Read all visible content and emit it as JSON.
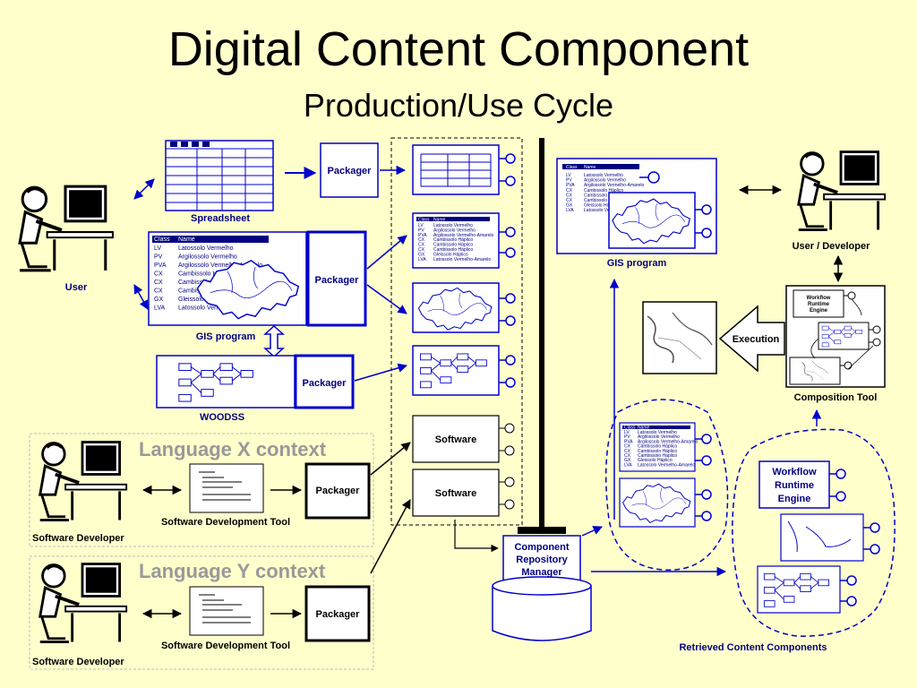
{
  "slide": {
    "title": "Digital Content Component",
    "subtitle": "Production/Use Cycle"
  },
  "labels": {
    "user": "User",
    "spreadsheet": "Spreadsheet",
    "gis_program": "GIS program",
    "woodss": "WOODSS",
    "packager": "Packager",
    "software": "Software",
    "language_x": "Language X context",
    "language_y": "Language Y context",
    "sw_dev_tool": "Software Development Tool",
    "sw_developer": "Software Developer",
    "repo_manager_1": "Component",
    "repo_manager_2": "Repository",
    "repo_manager_3": "Manager",
    "gis_program_right": "GIS program",
    "user_developer": "User / Developer",
    "workflow_1": "Workflow",
    "workflow_2": "Runtime",
    "workflow_3": "Engine",
    "execution": "Execution",
    "composition_tool": "Composition Tool",
    "retrieved": "Retrieved Content Components"
  },
  "table": {
    "headers": [
      "Class",
      "Name"
    ],
    "rows": [
      [
        "LV",
        "Latossolo Vermelho"
      ],
      [
        "PV",
        "Argilossolo Vermelho"
      ],
      [
        "PVA",
        "Argilossolo Vermelho-Amarelo"
      ],
      [
        "CX",
        "Cambissolo Háplico"
      ],
      [
        "CX",
        "Cambissolo Háplico"
      ],
      [
        "CX",
        "Cambissolo Háplico"
      ],
      [
        "GX",
        "Gleissolo Háplico"
      ],
      [
        "LVA",
        "Latossolo Vermelho-Amarelo"
      ]
    ]
  },
  "colors": {
    "background": "#ffffcc",
    "stroke": "#0000cc",
    "label": "#000080"
  }
}
